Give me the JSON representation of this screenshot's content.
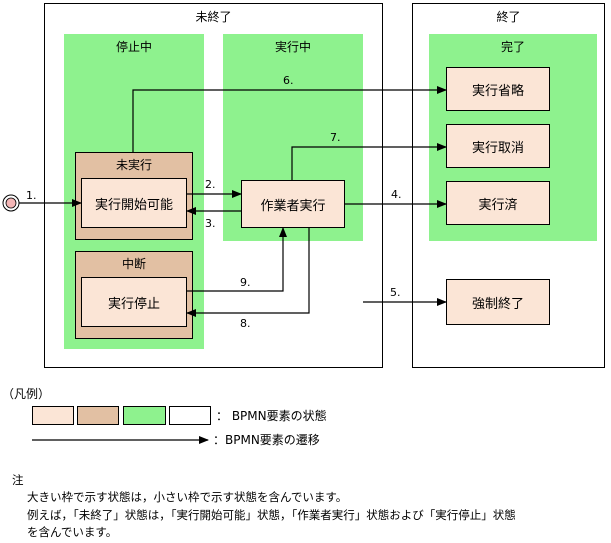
{
  "states": {
    "incomplete": "未終了",
    "finished": "終了",
    "stopped": "停止中",
    "running": "実行中",
    "completed": "完了",
    "not_executed": "未実行",
    "suspended": "中断",
    "start_ready": "実行開始可能",
    "operator_running": "作業者実行",
    "exec_stopped": "実行停止",
    "skipped": "実行省略",
    "cancelled": "実行取消",
    "executed": "実行済",
    "forced_end": "強制終了"
  },
  "transitions": {
    "t1": "1.",
    "t2": "2.",
    "t3": "3.",
    "t4": "4.",
    "t5": "5.",
    "t6": "6.",
    "t7": "7.",
    "t8": "8.",
    "t9": "9."
  },
  "legend": {
    "title": "（凡例）",
    "state_label": "：  BPMN要素の状態",
    "transition_label": "：BPMN要素の遷移"
  },
  "notes": {
    "heading": "注",
    "line1": "大きい枠で示す状態は，小さい枠で示す状態を含んでいます。",
    "line2": "例えば，「未終了」状態は，「実行開始可能」状態，「作業者実行」状態および「実行停止」状態",
    "line3": "を含んでいます。"
  },
  "colors": {
    "green": "#8ef28e",
    "tan": "#e2c0a3",
    "peach": "#fbe5d6",
    "start_circle": "#f4b6b6"
  }
}
